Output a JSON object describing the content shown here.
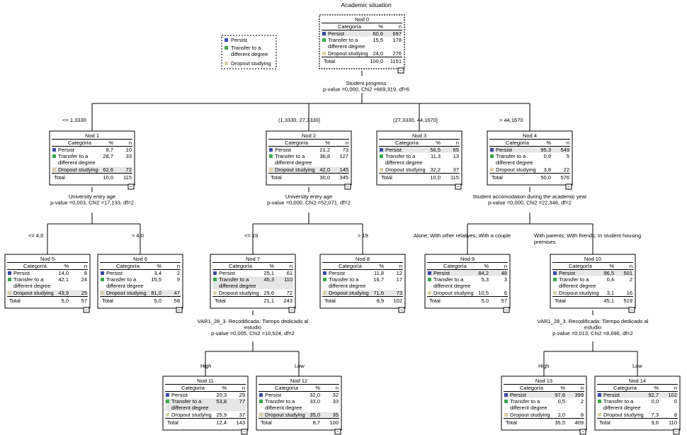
{
  "title": "Academic situation",
  "legend": {
    "items": [
      {
        "label": "Persist",
        "color": "#3a4aa8"
      },
      {
        "label": "Transfer to a different degree",
        "lines": [
          "Transfer to a",
          "different degree"
        ],
        "color": "#3aa84a"
      },
      {
        "label": "Dropout studying",
        "color": "#d9d2a8"
      }
    ]
  },
  "table_headers": {
    "category": "Categoría",
    "percent": "%",
    "n": "n"
  },
  "row_labels": {
    "persist": "Persist",
    "transfer_line1": "Transfer to a",
    "transfer_line2": "different degree",
    "dropout": "Dropout studying",
    "total": "Total"
  },
  "collapse_glyph": "−",
  "nodes": [
    {
      "id": "0",
      "name": "Nod  0",
      "rows": [
        [
          "60,6",
          "697"
        ],
        [
          "15,5",
          "178"
        ],
        [
          "24,0",
          "276"
        ]
      ],
      "total": [
        "100,0",
        "1151"
      ],
      "highlight": 0
    },
    {
      "id": "1",
      "name": "Nod  1",
      "rows": [
        [
          "8,7",
          "10"
        ],
        [
          "28,7",
          "33"
        ],
        [
          "62,6",
          "72"
        ]
      ],
      "total": [
        "10,0",
        "115"
      ],
      "highlight": 2
    },
    {
      "id": "2",
      "name": "Nod  2",
      "rows": [
        [
          "21,2",
          "73"
        ],
        [
          "36,8",
          "127"
        ],
        [
          "42,0",
          "145"
        ]
      ],
      "total": [
        "30,0",
        "345"
      ],
      "highlight": 2
    },
    {
      "id": "3",
      "name": "Nod  3",
      "rows": [
        [
          "56,5",
          "65"
        ],
        [
          "11,3",
          "13"
        ],
        [
          "32,2",
          "37"
        ]
      ],
      "total": [
        "10,0",
        "115"
      ],
      "highlight": 0
    },
    {
      "id": "4",
      "name": "Nod  4",
      "rows": [
        [
          "95,3",
          "549"
        ],
        [
          "0,9",
          "5"
        ],
        [
          "3,8",
          "22"
        ]
      ],
      "total": [
        "50,0",
        "576"
      ],
      "highlight": 0
    },
    {
      "id": "5",
      "name": "Nod  5",
      "rows": [
        [
          "14,0",
          "8"
        ],
        [
          "42,1",
          "24"
        ],
        [
          "43,9",
          "25"
        ]
      ],
      "total": [
        "5,0",
        "57"
      ],
      "highlight": 2
    },
    {
      "id": "6",
      "name": "Nod  6",
      "rows": [
        [
          "3,4",
          "2"
        ],
        [
          "15,5",
          "9"
        ],
        [
          "81,0",
          "47"
        ]
      ],
      "total": [
        "5,0",
        "58"
      ],
      "highlight": 2
    },
    {
      "id": "7",
      "name": "Nod  7",
      "rows": [
        [
          "25,1",
          "61"
        ],
        [
          "45,3",
          "110"
        ],
        [
          "29,6",
          "72"
        ]
      ],
      "total": [
        "21,1",
        "243"
      ],
      "highlight": 1
    },
    {
      "id": "8",
      "name": "Nod  8",
      "rows": [
        [
          "11,8",
          "12"
        ],
        [
          "16,7",
          "17"
        ],
        [
          "71,6",
          "73"
        ]
      ],
      "total": [
        "8,9",
        "102"
      ],
      "highlight": 2
    },
    {
      "id": "9",
      "name": "Nod  9",
      "rows": [
        [
          "84,2",
          "48"
        ],
        [
          "5,3",
          "3"
        ],
        [
          "10,5",
          "6"
        ]
      ],
      "total": [
        "5,0",
        "57"
      ],
      "highlight": 0
    },
    {
      "id": "10",
      "name": "Nod  10",
      "rows": [
        [
          "96,5",
          "501"
        ],
        [
          "0,4",
          "2"
        ],
        [
          "3,1",
          "16"
        ]
      ],
      "total": [
        "45,1",
        "519"
      ],
      "highlight": 0
    },
    {
      "id": "11",
      "name": "Nod  11",
      "rows": [
        [
          "20,3",
          "29"
        ],
        [
          "53,8",
          "77"
        ],
        [
          "25,9",
          "37"
        ]
      ],
      "total": [
        "12,4",
        "143"
      ],
      "highlight": 1
    },
    {
      "id": "12",
      "name": "Nod  12",
      "rows": [
        [
          "32,0",
          "32"
        ],
        [
          "33,0",
          "33"
        ],
        [
          "35,0",
          "35"
        ]
      ],
      "total": [
        "8,7",
        "100"
      ],
      "highlight": 2
    },
    {
      "id": "13",
      "name": "Nod  13",
      "rows": [
        [
          "97,6",
          "399"
        ],
        [
          "0,5",
          "2"
        ],
        [
          "2,0",
          "8"
        ]
      ],
      "total": [
        "35,5",
        "409"
      ],
      "highlight": 0
    },
    {
      "id": "14",
      "name": "Nod  14",
      "rows": [
        [
          "92,7",
          "102"
        ],
        [
          "0,0",
          "0"
        ],
        [
          "7,3",
          "8"
        ]
      ],
      "total": [
        "9,6",
        "110"
      ],
      "highlight": 0
    }
  ],
  "splits": [
    {
      "id": "s0",
      "lines": [
        "Student progress",
        "p-value =0,000, Chi2 =669,319,  df=6"
      ]
    },
    {
      "id": "s1",
      "lines": [
        "University entry age",
        "p-value =0,003, Chi2 =17,133, df=2"
      ]
    },
    {
      "id": "s2",
      "lines": [
        "University entry age",
        "p-value =0,000, Chi2 =52,071, df=2"
      ]
    },
    {
      "id": "s4",
      "lines": [
        "Student accomodation during the academic year",
        "p-value =0,000, Chi2 =22,346, df=2"
      ]
    },
    {
      "id": "s7",
      "lines": [
        "VAR1_28_3. Recodificada: Tiempo dedicado al",
        "estudio",
        "p-value =0,005, Chi2 =10,524, df=2"
      ]
    },
    {
      "id": "s10",
      "lines": [
        "VAR1_28_3. Recodificada: Tiempo dedicado al",
        "estudio",
        "p-value =0,013, Chi2 =8,696, df=2"
      ]
    }
  ],
  "edge_labels": [
    {
      "id": "e1",
      "lines": [
        "<= 1,3330"
      ]
    },
    {
      "id": "e2",
      "lines": [
        "(1,3330, 27,3330]"
      ]
    },
    {
      "id": "e3",
      "lines": [
        "(27,3330, 44,1670]"
      ]
    },
    {
      "id": "e4",
      "lines": [
        "> 44,1670"
      ]
    },
    {
      "id": "e5",
      "lines": [
        "<= 4,0"
      ]
    },
    {
      "id": "e6",
      "lines": [
        "> 4,0"
      ]
    },
    {
      "id": "e7",
      "lines": [
        "<= 19"
      ]
    },
    {
      "id": "e8",
      "lines": [
        "> 19"
      ]
    },
    {
      "id": "e9",
      "lines": [
        "Alone; With other relatives; With a couple"
      ]
    },
    {
      "id": "e10",
      "lines": [
        "With parents; With friends; In student housing",
        "premises"
      ]
    },
    {
      "id": "e11",
      "lines": [
        "High"
      ]
    },
    {
      "id": "e12",
      "lines": [
        "Low"
      ]
    },
    {
      "id": "e13",
      "lines": [
        "High"
      ]
    },
    {
      "id": "e14",
      "lines": [
        "Low"
      ]
    }
  ]
}
